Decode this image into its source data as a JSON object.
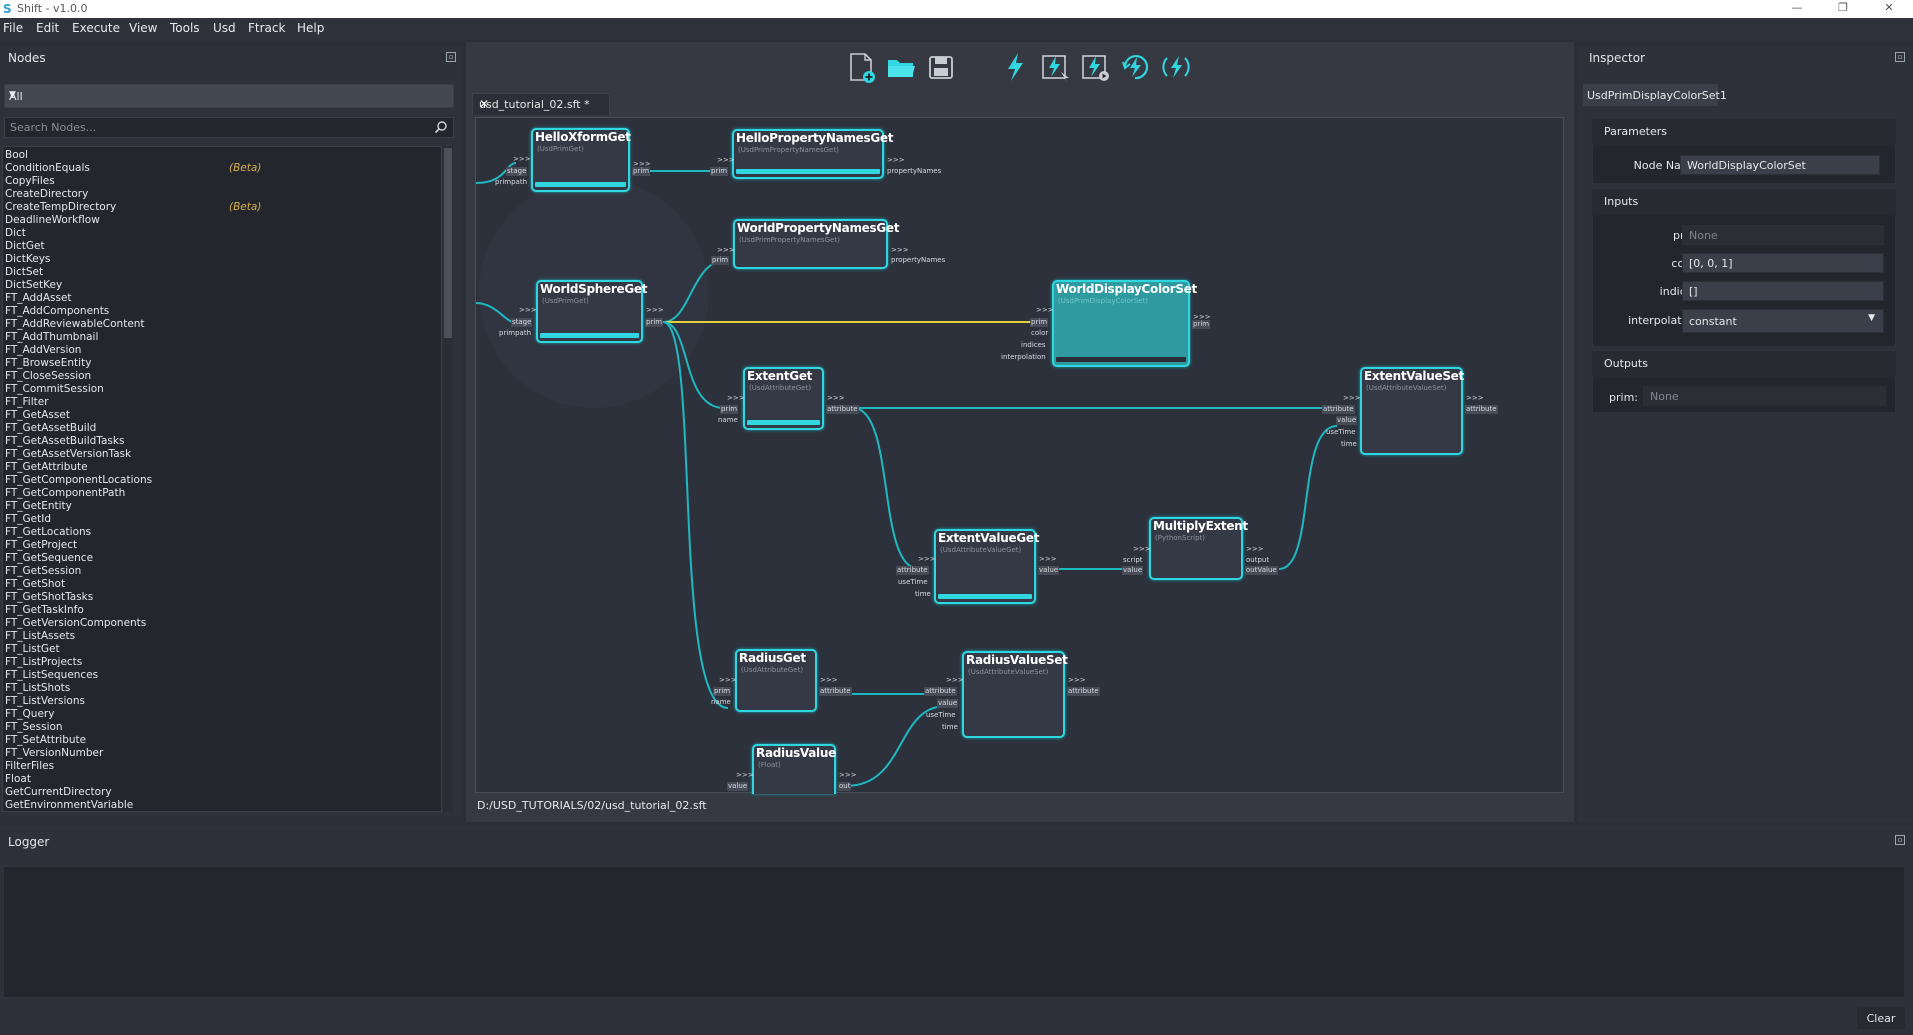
{
  "window": {
    "title": "Shift - v1.0.0",
    "minimize": "—",
    "maximize": "❐",
    "close": "✕"
  },
  "menu": [
    "File",
    "Edit",
    "Execute",
    "View",
    "Tools",
    "Usd",
    "Ftrack",
    "Help"
  ],
  "nodes_panel": {
    "title": "Nodes",
    "filter_value": "All",
    "search_placeholder": "Search Nodes...",
    "items": [
      {
        "label": "Bool",
        "beta": ""
      },
      {
        "label": "ConditionEquals",
        "beta": "(Beta)"
      },
      {
        "label": "CopyFiles",
        "beta": ""
      },
      {
        "label": "CreateDirectory",
        "beta": ""
      },
      {
        "label": "CreateTempDirectory",
        "beta": "(Beta)"
      },
      {
        "label": "DeadlineWorkflow",
        "beta": ""
      },
      {
        "label": "Dict",
        "beta": ""
      },
      {
        "label": "DictGet",
        "beta": ""
      },
      {
        "label": "DictKeys",
        "beta": ""
      },
      {
        "label": "DictSet",
        "beta": ""
      },
      {
        "label": "DictSetKey",
        "beta": ""
      },
      {
        "label": "FT_AddAsset",
        "beta": ""
      },
      {
        "label": "FT_AddComponents",
        "beta": ""
      },
      {
        "label": "FT_AddReviewableContent",
        "beta": ""
      },
      {
        "label": "FT_AddThumbnail",
        "beta": ""
      },
      {
        "label": "FT_AddVersion",
        "beta": ""
      },
      {
        "label": "FT_BrowseEntity",
        "beta": ""
      },
      {
        "label": "FT_CloseSession",
        "beta": ""
      },
      {
        "label": "FT_CommitSession",
        "beta": ""
      },
      {
        "label": "FT_Filter",
        "beta": ""
      },
      {
        "label": "FT_GetAsset",
        "beta": ""
      },
      {
        "label": "FT_GetAssetBuild",
        "beta": ""
      },
      {
        "label": "FT_GetAssetBuildTasks",
        "beta": ""
      },
      {
        "label": "FT_GetAssetVersionTask",
        "beta": ""
      },
      {
        "label": "FT_GetAttribute",
        "beta": ""
      },
      {
        "label": "FT_GetComponentLocations",
        "beta": ""
      },
      {
        "label": "FT_GetComponentPath",
        "beta": ""
      },
      {
        "label": "FT_GetEntity",
        "beta": ""
      },
      {
        "label": "FT_GetId",
        "beta": ""
      },
      {
        "label": "FT_GetLocations",
        "beta": ""
      },
      {
        "label": "FT_GetProject",
        "beta": ""
      },
      {
        "label": "FT_GetSequence",
        "beta": ""
      },
      {
        "label": "FT_GetSession",
        "beta": ""
      },
      {
        "label": "FT_GetShot",
        "beta": ""
      },
      {
        "label": "FT_GetShotTasks",
        "beta": ""
      },
      {
        "label": "FT_GetTaskInfo",
        "beta": ""
      },
      {
        "label": "FT_GetVersionComponents",
        "beta": ""
      },
      {
        "label": "FT_ListAssets",
        "beta": ""
      },
      {
        "label": "FT_ListGet",
        "beta": ""
      },
      {
        "label": "FT_ListProjects",
        "beta": ""
      },
      {
        "label": "FT_ListSequences",
        "beta": ""
      },
      {
        "label": "FT_ListShots",
        "beta": ""
      },
      {
        "label": "FT_ListVersions",
        "beta": ""
      },
      {
        "label": "FT_Query",
        "beta": ""
      },
      {
        "label": "FT_Session",
        "beta": ""
      },
      {
        "label": "FT_SetAttribute",
        "beta": ""
      },
      {
        "label": "FT_VersionNumber",
        "beta": ""
      },
      {
        "label": "FilterFiles",
        "beta": ""
      },
      {
        "label": "Float",
        "beta": ""
      },
      {
        "label": "GetCurrentDirectory",
        "beta": ""
      },
      {
        "label": "GetEnvironmentVariable",
        "beta": ""
      }
    ]
  },
  "toolbar": {
    "icons": [
      "new-file-icon",
      "open-folder-icon",
      "save-icon",
      "execute-icon",
      "execute-selected-icon",
      "execute-to-node-icon",
      "force-execute-icon",
      "execute-live-icon"
    ]
  },
  "editor": {
    "tab_label": "usd_tutorial_02.sft *",
    "tab_close": "✕",
    "filepath": "D:/USD_TUTORIALS/02/usd_tutorial_02.sft"
  },
  "graph": {
    "arrows": ">>>",
    "nodes": {
      "helloXform": {
        "title": "HelloXformGet",
        "type": "(UsdPrimGet)",
        "in": [
          "stage",
          "primpath"
        ],
        "out": [
          "prim"
        ]
      },
      "helloProp": {
        "title": "HelloPropertyNamesGet",
        "type": "(UsdPrimPropertyNamesGet)",
        "in": [
          "prim"
        ],
        "out": [
          "propertyNames"
        ]
      },
      "worldProp": {
        "title": "WorldPropertyNamesGet",
        "type": "(UsdPrimPropertyNamesGet)",
        "in": [
          "prim"
        ],
        "out": [
          "propertyNames"
        ]
      },
      "worldSphere": {
        "title": "WorldSphereGet",
        "type": "(UsdPrimGet)",
        "in": [
          "stage",
          "primpath"
        ],
        "out": [
          "prim"
        ]
      },
      "worldDisplay": {
        "title": "WorldDisplayColorSet",
        "type": "(UsdPrimDisplayColorSet)",
        "in": [
          "prim",
          "color",
          "indices",
          "interpolation"
        ],
        "out": [
          "prim"
        ]
      },
      "extentGet": {
        "title": "ExtentGet",
        "type": "(UsdAttributeGet)",
        "in": [
          "prim",
          "name"
        ],
        "out": [
          "attribute"
        ]
      },
      "extentValueSet": {
        "title": "ExtentValueSet",
        "type": "(UsdAttributeValueSet)",
        "in": [
          "attribute",
          "value",
          "useTime",
          "time"
        ],
        "out": [
          "attribute"
        ]
      },
      "extentValueGet": {
        "title": "ExtentValueGet",
        "type": "(UsdAttributeValueGet)",
        "in": [
          "attribute",
          "useTime",
          "time"
        ],
        "out": [
          "value"
        ]
      },
      "multiplyExtent": {
        "title": "MultiplyExtent",
        "type": "(PythonScript)",
        "in": [
          "script",
          "value"
        ],
        "out": [
          "output",
          "outValue"
        ]
      },
      "radiusGet": {
        "title": "RadiusGet",
        "type": "(UsdAttributeGet)",
        "in": [
          "prim",
          "name"
        ],
        "out": [
          "attribute"
        ]
      },
      "radiusValueSet": {
        "title": "RadiusValueSet",
        "type": "(UsdAttributeValueSet)",
        "in": [
          "attribute",
          "value",
          "useTime",
          "time"
        ],
        "out": [
          "attribute"
        ]
      },
      "radiusValue": {
        "title": "RadiusValue",
        "type": "(Float)",
        "in": [
          "value"
        ],
        "out": [
          "out"
        ]
      }
    }
  },
  "inspector": {
    "title": "Inspector",
    "tab": "UsdPrimDisplayColorSet1",
    "parameters_label": "Parameters",
    "node_name_label": "Node Name:",
    "node_name_value": "WorldDisplayColorSet",
    "inputs_label": "Inputs",
    "inputs": [
      {
        "label": "prim:",
        "value": "None"
      },
      {
        "label": "color:",
        "value": "[0, 0, 1]"
      },
      {
        "label": "indices:",
        "value": "[]"
      },
      {
        "label": "interpolation:",
        "value": "constant"
      }
    ],
    "outputs_label": "Outputs",
    "outputs": [
      {
        "label": "prim:",
        "value": "None"
      }
    ],
    "dropdown_arrow": "▼"
  },
  "logger": {
    "title": "Logger",
    "clear_label": "Clear"
  },
  "colors": {
    "accent": "#31d7e0",
    "wire": "#1fb8c1",
    "highlight_wire": "#e3cf3a",
    "beta": "#d6b04f"
  }
}
